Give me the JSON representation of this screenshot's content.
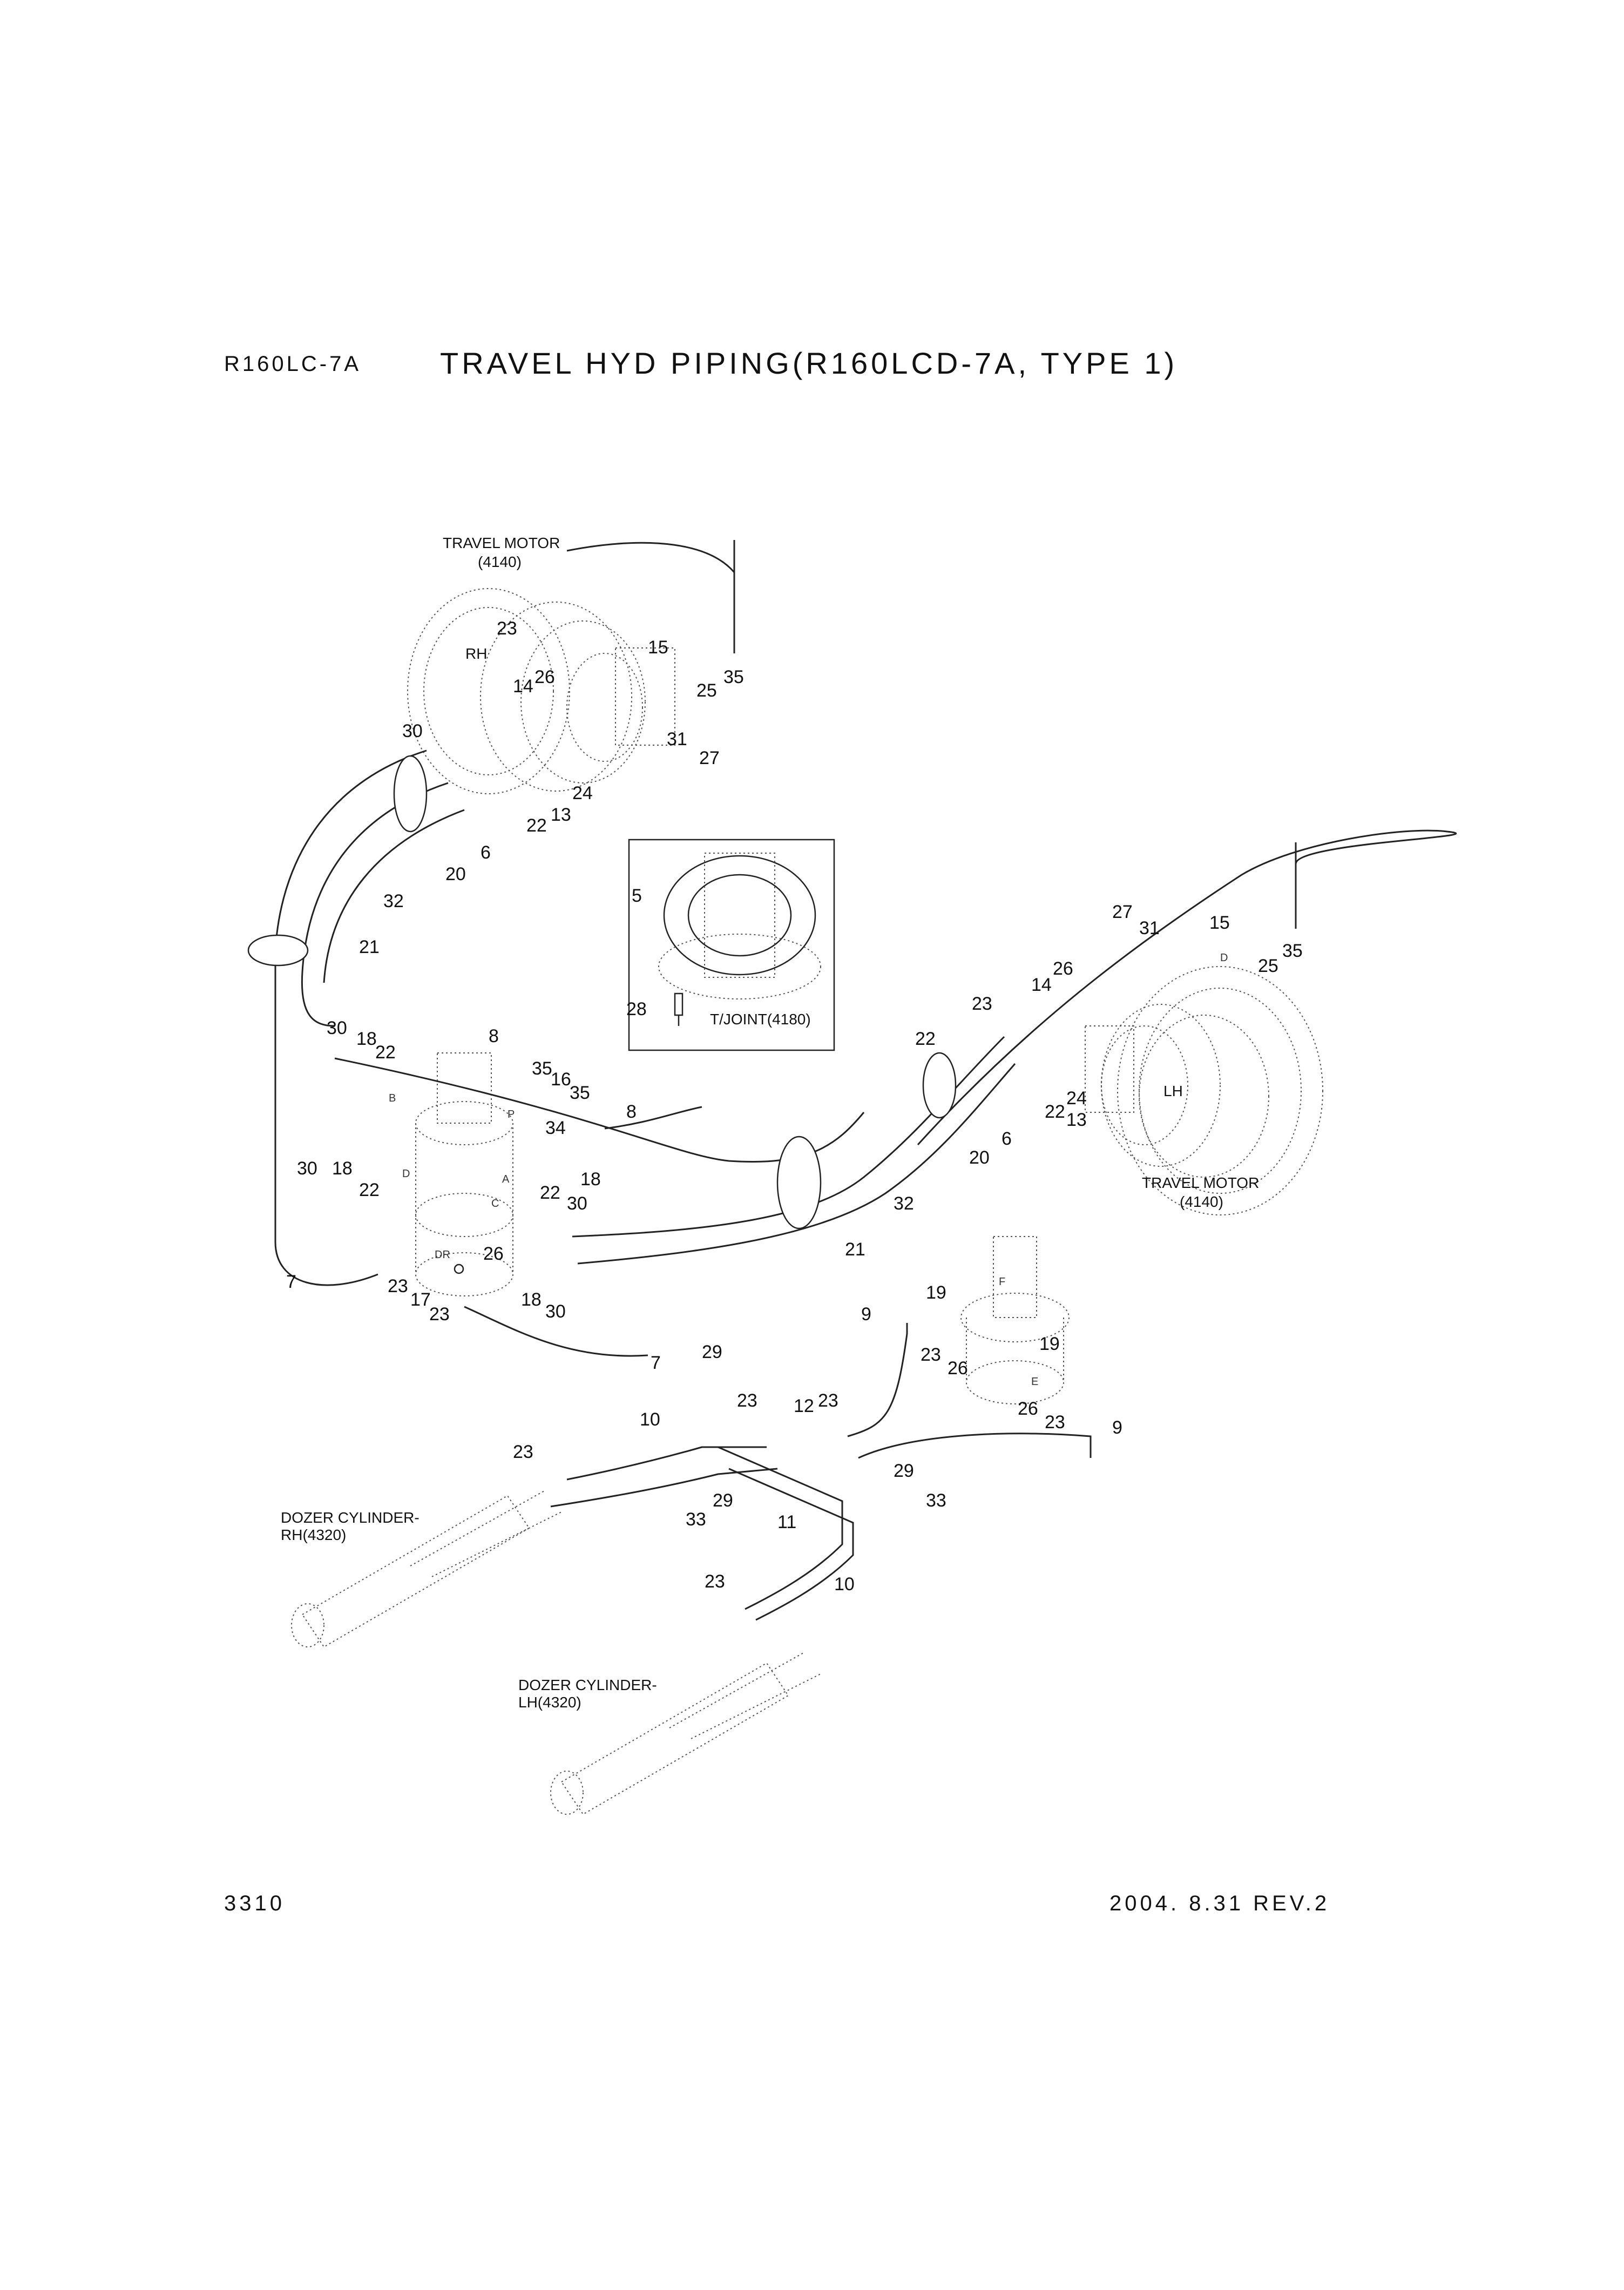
{
  "header": {
    "model": "R160LC-7A",
    "title": "TRAVEL HYD PIPING(R160LCD-7A, TYPE 1)"
  },
  "footer": {
    "page": "3310",
    "date_rev": "2004. 8.31 REV.2"
  },
  "captions": {
    "travel_motor_rh": "TRAVEL MOTOR",
    "travel_motor_rh_ref": "(4140)",
    "travel_motor_lh": "TRAVEL MOTOR",
    "travel_motor_lh_ref": "(4140)",
    "tjoint": "T/JOINT(4180)",
    "dozer_rh": "DOZER CYLINDER-",
    "dozer_rh_ref": "RH(4320)",
    "dozer_lh": "DOZER CYLINDER-",
    "dozer_lh_ref": "LH(4320)",
    "mark_rh": "RH",
    "mark_lh": "LH",
    "port_b": "B",
    "port_d": "D",
    "port_p": "P",
    "port_a": "A",
    "port_c": "C",
    "port_dr": "DR",
    "port_e": "E",
    "port_f": "F",
    "port_d2": "D"
  },
  "callouts": [
    "23",
    "15",
    "26",
    "14",
    "25",
    "35",
    "30",
    "31",
    "27",
    "24",
    "13",
    "22",
    "6",
    "20",
    "32",
    "21",
    "5",
    "28",
    "27",
    "31",
    "15",
    "25",
    "35",
    "26",
    "14",
    "23",
    "22",
    "8",
    "30",
    "18",
    "22",
    "35",
    "16",
    "35",
    "34",
    "8",
    "24",
    "22",
    "13",
    "6",
    "20",
    "32",
    "30",
    "18",
    "22",
    "22",
    "18",
    "30",
    "26",
    "21",
    "7",
    "23",
    "17",
    "23",
    "18",
    "30",
    "7",
    "19",
    "9",
    "23",
    "26",
    "29",
    "19",
    "23",
    "12",
    "26",
    "23",
    "9",
    "23",
    "10",
    "23",
    "29",
    "29",
    "33",
    "11",
    "33",
    "23",
    "10"
  ]
}
